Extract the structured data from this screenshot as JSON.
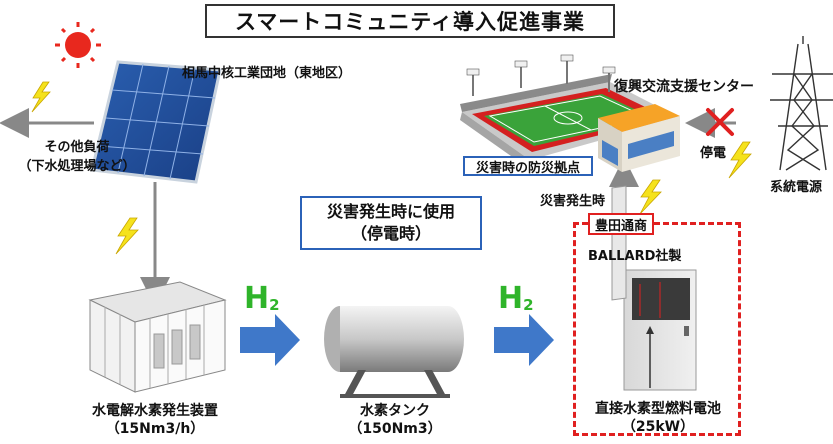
{
  "title": "スマートコミュニティ導入促進事業",
  "labels": {
    "site": "相馬中核工業団地（東地区）",
    "other_load_line1": "その他負荷",
    "other_load_line2": "（下水処理場など）",
    "reconstruction_center": "復興交流支援センター",
    "disaster_base": "災害時の防災拠点",
    "outage": "停電",
    "grid_power": "系統電源",
    "when_disaster": "災害発生時",
    "usage_line1": "災害発生時に使用",
    "usage_line2": "（停電時）",
    "toyota": "豊田通商",
    "ballard": "BALLARD社製",
    "electrolyzer_line1": "水電解水素発生装置",
    "electrolyzer_line2": "（15Nm3/h）",
    "tank_line1": "水素タンク",
    "tank_line2": "（150Nm3）",
    "fuel_cell_line1": "直接水素型燃料電池",
    "fuel_cell_line2": "（25kW）",
    "h2_letter": "H",
    "h2_sub": "2"
  },
  "colors": {
    "arrow_blue": "#3f78c9",
    "h2_green": "#2fb42a",
    "accent_red": "#e02020",
    "box_blue": "#2b62b8"
  },
  "icons": [
    "sun-icon",
    "lightning-icon",
    "solar-panel-icon",
    "stadium-icon",
    "building-icon",
    "power-tower-icon",
    "cross-icon",
    "electrolyzer-icon",
    "hydrogen-tank-icon",
    "fuel-cell-icon"
  ]
}
